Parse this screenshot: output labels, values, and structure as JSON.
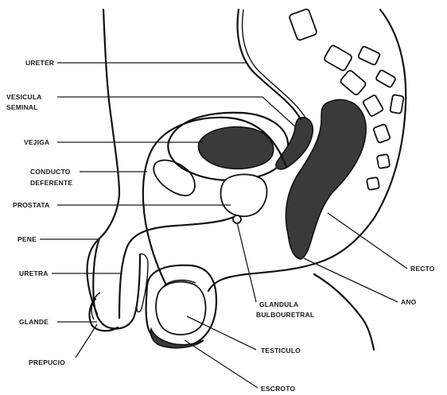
{
  "labels": {
    "ureter": "URETER",
    "vesicula_line1": "VESICULA",
    "vesicula_line2": "SEMINAL",
    "vejiga": "VEJIGA",
    "conducto_line1": "CONDUCTO",
    "conducto_line2": "DEFERENTE",
    "prostata": "PROSTATA",
    "pene": "PENE",
    "uretra": "URETRA",
    "glande": "GLANDE",
    "prepucio": "PREPUCIO",
    "glandula_line1": "GLANDULA",
    "glandula_line2": "BULBOURETRAL",
    "testiculo": "TESTICULO",
    "escroto": "ESCROTO",
    "recto": "RECTO",
    "ano": "ANO"
  }
}
